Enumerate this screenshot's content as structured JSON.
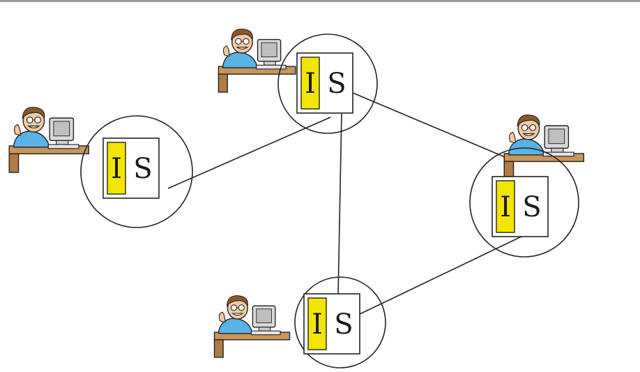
{
  "colors": {
    "highlight_yellow": "#f2e600",
    "line": "#222222",
    "shirt": "#58b3e6",
    "desk": "#c8955a",
    "skin": "#f3c9a0",
    "hair": "#8a5a2a",
    "monitor": "#d9d9d9"
  },
  "nodes": [
    {
      "id": "left",
      "i_label": "I",
      "s_label": "S",
      "icon": "user-at-computer-icon"
    },
    {
      "id": "top",
      "i_label": "I",
      "s_label": "S",
      "icon": "user-at-computer-icon"
    },
    {
      "id": "right",
      "i_label": "I",
      "s_label": "S",
      "icon": "user-at-computer-icon"
    },
    {
      "id": "bottom",
      "i_label": "I",
      "s_label": "S",
      "icon": "user-at-computer-icon"
    }
  ],
  "links": [
    {
      "from": "left",
      "to": "top"
    },
    {
      "from": "top",
      "to": "right"
    },
    {
      "from": "top",
      "to": "bottom"
    },
    {
      "from": "right",
      "to": "bottom"
    }
  ]
}
